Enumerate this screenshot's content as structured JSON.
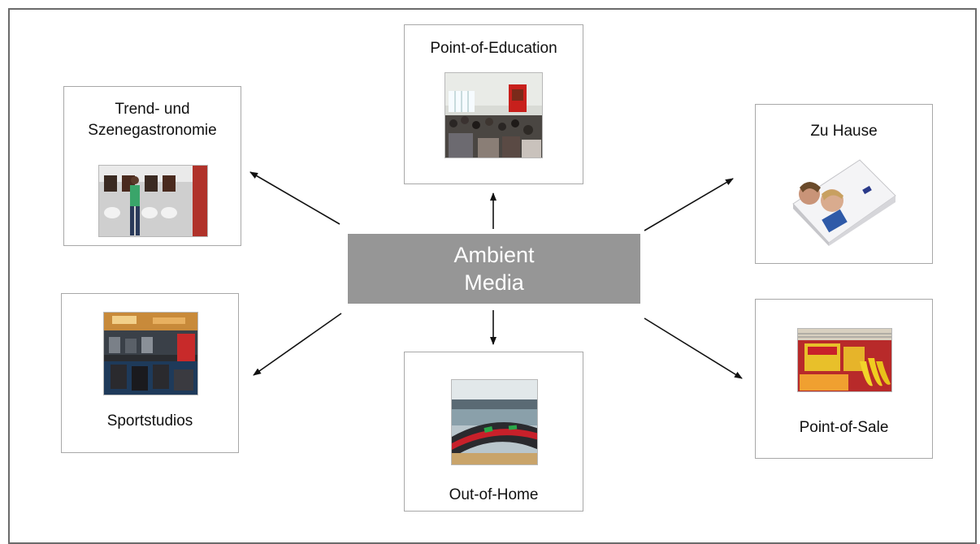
{
  "center": {
    "line1": "Ambient",
    "line2": "Media"
  },
  "nodes": {
    "education": {
      "label": "Point-of-Education"
    },
    "gastro": {
      "line1": "Trend- und",
      "line2": "Szenegastronomie"
    },
    "home": {
      "label": "Zu Hause"
    },
    "sport": {
      "label": "Sportstudios"
    },
    "outofhome": {
      "label": "Out-of-Home"
    },
    "sale": {
      "label": "Point-of-Sale"
    }
  },
  "colors": {
    "center_fill": "#969696",
    "box_border": "#a8a8a8",
    "arrow": "#111111"
  }
}
